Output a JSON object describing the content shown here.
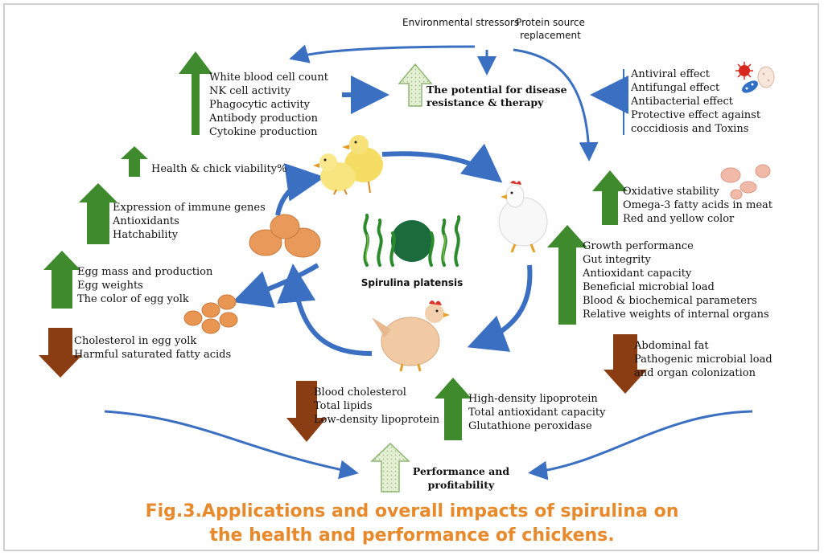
{
  "stressors": {
    "environmental": "Environmental stressors",
    "protein": "Protein source replacement"
  },
  "center": {
    "label": "Spirulina platensis"
  },
  "disease_box": {
    "title": "The potential for disease resistance & therapy"
  },
  "performance_box": {
    "title": "Performance and profitability"
  },
  "immune_list": [
    "White blood cell count",
    "NK cell activity",
    "Phagocytic activity",
    "Antibody production",
    "Cytokine production"
  ],
  "antimicrobial_list": [
    "Antiviral effect",
    "Antifungal effect",
    "Antibacterial effect",
    "Protective effect against",
    "coccidiosis and Toxins"
  ],
  "viability": "Health & chick viability%",
  "egg_immune_list": [
    "Expression of immune genes",
    "Antioxidants",
    "Hatchability"
  ],
  "egg_up_list": [
    "Egg mass and production",
    "Egg weights",
    "The color of egg yolk"
  ],
  "egg_down_list": [
    "Cholesterol in egg yolk",
    "Harmful saturated fatty acids"
  ],
  "meat_list": [
    "Oxidative stability",
    "Omega-3 fatty acids in meat",
    "Red and yellow color"
  ],
  "growth_list": [
    "Growth performance",
    "Gut integrity",
    "Antioxidant capacity",
    "Beneficial microbial load",
    "Blood & biochemical parameters",
    "Relative weights of internal organs"
  ],
  "fat_list": [
    "Abdominal fat",
    "Pathogenic microbial load",
    "and organ colonization"
  ],
  "blood_down_list": [
    "Blood cholesterol",
    "Total lipids",
    "Low-density lipoprotein"
  ],
  "blood_up_list": [
    "High-density lipoprotein",
    "Total antioxidant capacity",
    "Glutathione peroxidase"
  ],
  "caption": {
    "line1": "Fig.3.Applications and overall impacts of spirulina on",
    "line2": "the health and performance of chickens."
  },
  "colors": {
    "up_arrow": "#3f8a2c",
    "down_arrow": "#8a3d12",
    "flow_arrow": "#3a6fc2",
    "caption": "#e8892b"
  }
}
